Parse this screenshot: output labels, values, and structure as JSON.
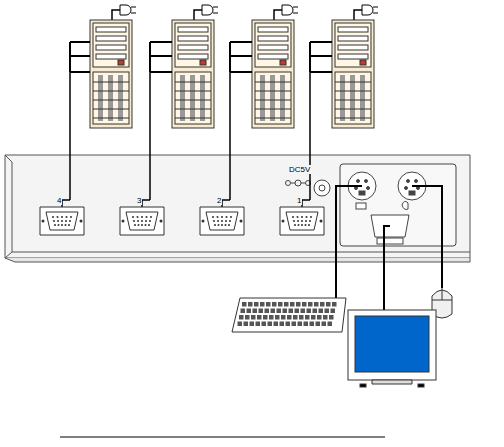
{
  "diagram": {
    "labels": [
      "4",
      "3",
      "2",
      "1",
      "DC5V"
    ]
  }
}
